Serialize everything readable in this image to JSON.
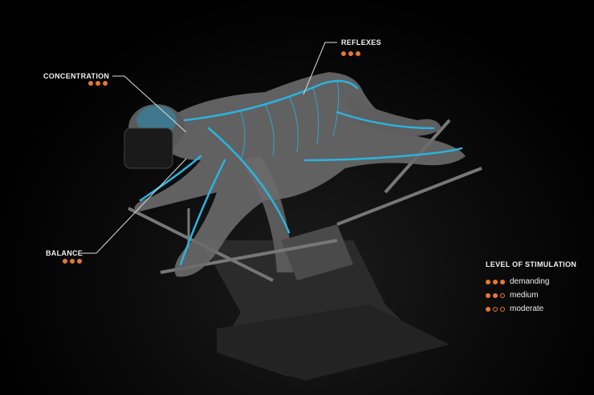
{
  "callouts": {
    "concentration": {
      "label": "CONCENTRATION",
      "level": 3
    },
    "reflexes": {
      "label": "REFLEXES",
      "level": 3
    },
    "balance": {
      "label": "BALANCE",
      "level": 3
    }
  },
  "legend": {
    "title": "LEVEL OF STIMULATION",
    "items": [
      {
        "label": "demanding",
        "filled": 3
      },
      {
        "label": "medium",
        "filled": 2
      },
      {
        "label": "moderate",
        "filled": 1
      }
    ]
  },
  "colors": {
    "accent": "#e8782e",
    "nerve": "#2ab4e0",
    "body": "#6a6a6a"
  }
}
